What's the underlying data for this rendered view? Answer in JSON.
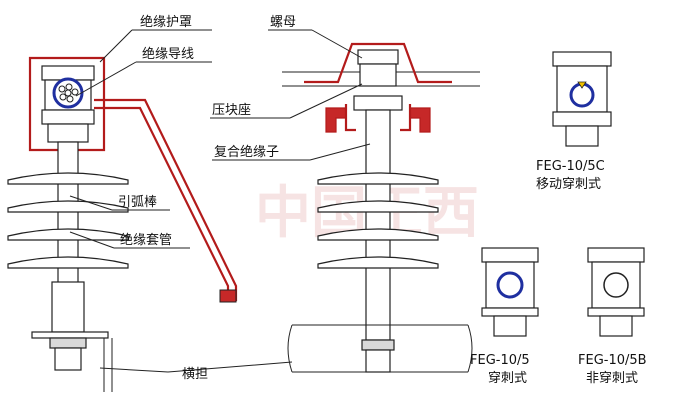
{
  "watermark": "中国正西",
  "labels": {
    "jueyuan_huzhao": "绝缘护罩",
    "jueyuan_daoxian": "绝缘导线",
    "yinhu_bang": "引弧棒",
    "jueyuan_taoguan": "绝缘套管",
    "luomu": "螺母",
    "yakuai_zuo": "压块座",
    "fuhe_jueyuanzi": "复合绝缘子",
    "hengdan": "横担"
  },
  "variants": [
    {
      "model": "FEG-10/5C",
      "type": "移动穿刺式"
    },
    {
      "model": "FEG-10/5",
      "type": "穿刺式"
    },
    {
      "model": "FEG-10/5B",
      "type": "非穿刺式"
    }
  ],
  "colors": {
    "accent_red": "#b31b1b",
    "conductor_blue": "#1f2fa0",
    "line": "#222222"
  }
}
